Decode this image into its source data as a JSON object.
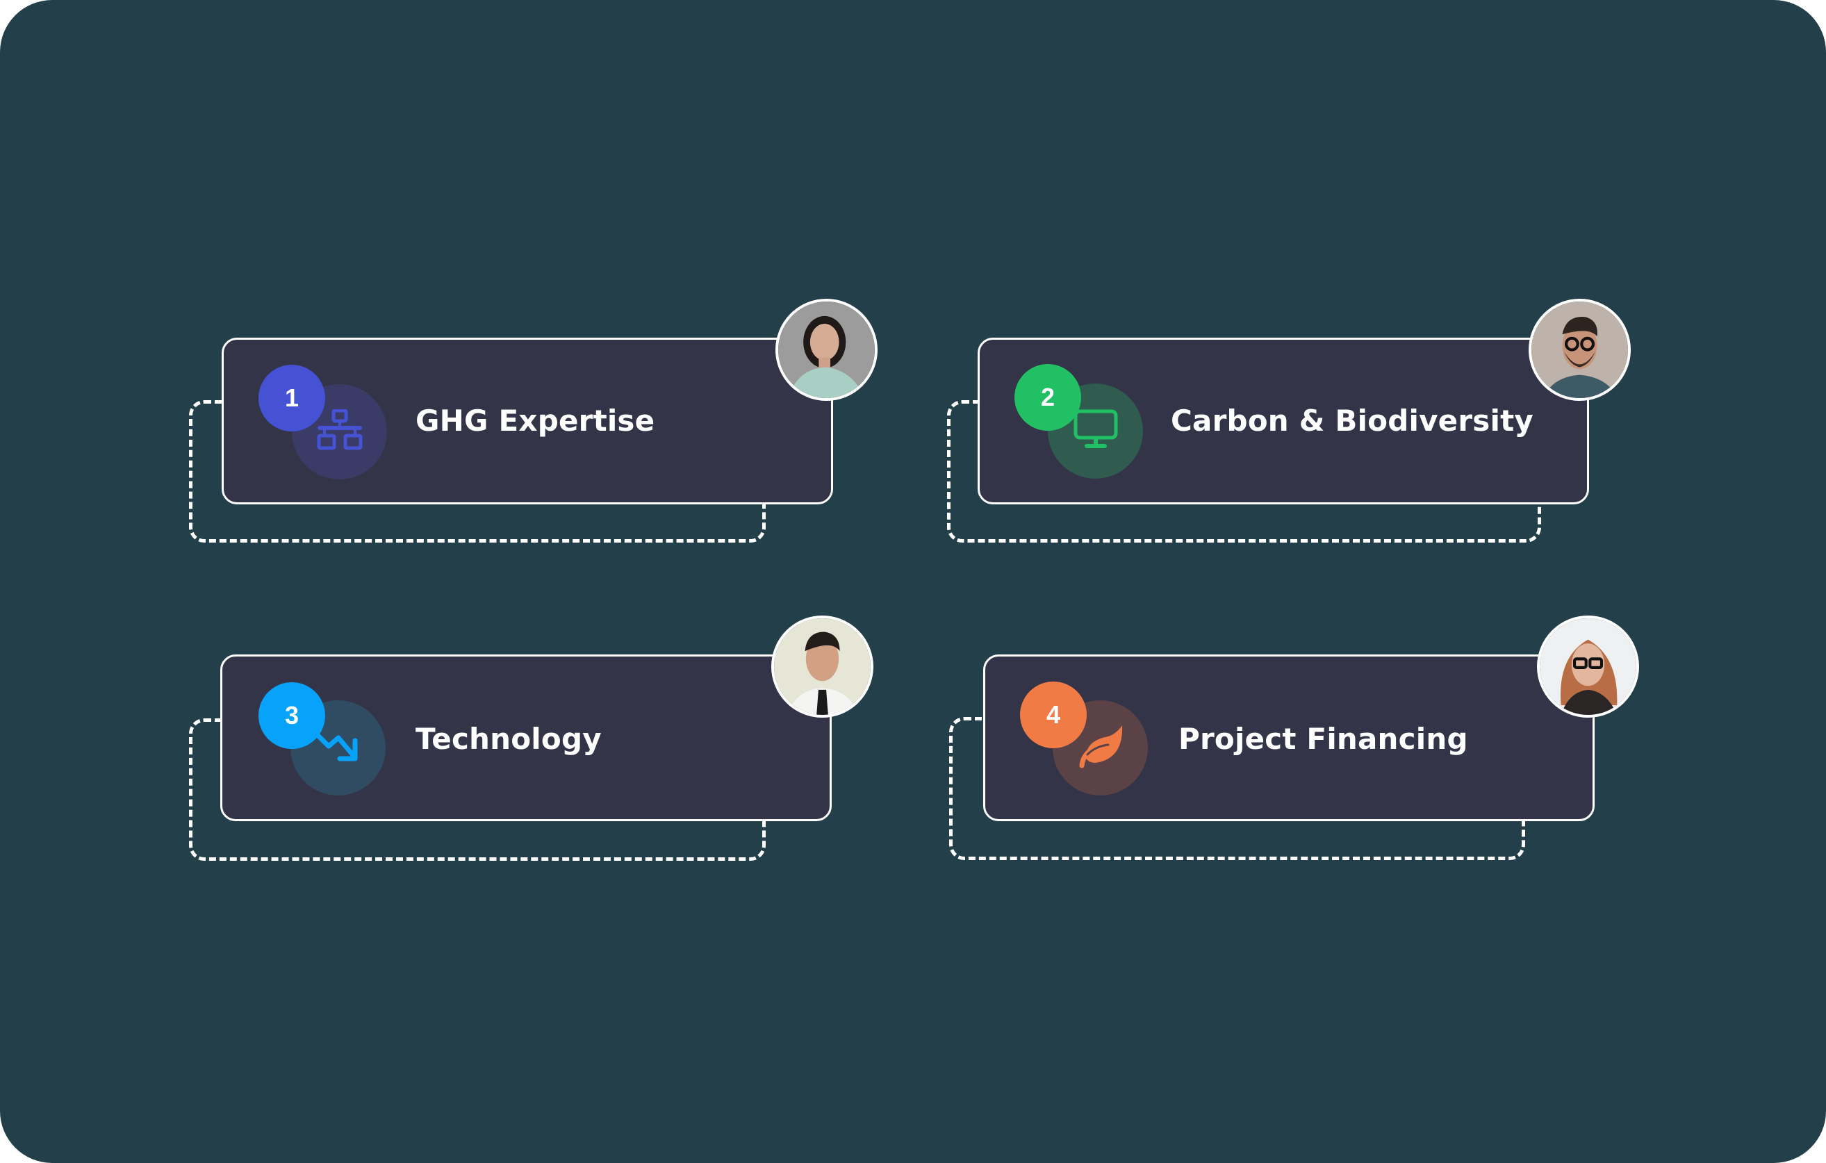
{
  "colors": {
    "background": "#233f49",
    "card": "#343448",
    "border": "#ffffff"
  },
  "cards": [
    {
      "number": "1",
      "title": "GHG Expertise",
      "icon": "network-icon",
      "accent": "#4452d3",
      "icon_bg": "#3a3b66",
      "avatar": "woman-short-dark-hair-avatar"
    },
    {
      "number": "2",
      "title": "Carbon & Biodiversity",
      "icon": "monitor-icon",
      "accent": "#22c065",
      "icon_bg": "#2f5c4f",
      "avatar": "man-glasses-beard-avatar"
    },
    {
      "number": "3",
      "title": "Technology",
      "icon": "trending-down-icon",
      "accent": "#07a3fb",
      "icon_bg": "#2f4c62",
      "avatar": "man-white-shirt-tie-avatar"
    },
    {
      "number": "4",
      "title": "Project Financing",
      "icon": "leaf-icon",
      "accent": "#f17b45",
      "icon_bg": "#5b4247",
      "avatar": "woman-red-hair-glasses-avatar"
    }
  ]
}
